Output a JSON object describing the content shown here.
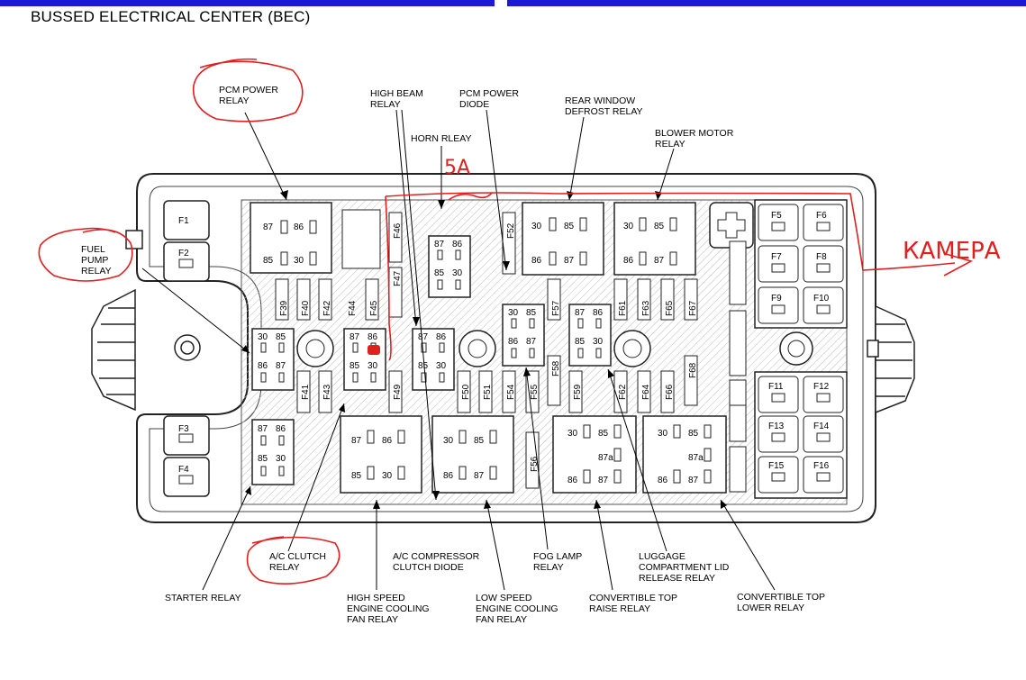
{
  "page_title": "BUSSED ELECTRICAL CENTER (BEC)",
  "labels": {
    "pcm_power_relay": [
      "PCM POWER",
      "RELAY"
    ],
    "high_beam_relay": [
      "HIGH BEAM",
      "RELAY"
    ],
    "pcm_power_diode": [
      "PCM POWER",
      "DIODE"
    ],
    "rear_window_defrost_relay": [
      "REAR WINDOW",
      "DEFROST RELAY"
    ],
    "horn_relay": [
      "HORN RLEAY"
    ],
    "blower_motor_relay": [
      "BLOWER MOTOR",
      "RELAY"
    ],
    "fuel_pump_relay": [
      "FUEL",
      "PUMP",
      "RELAY"
    ],
    "starter_relay": [
      "STARTER RELAY"
    ],
    "ac_clutch_relay": [
      "A/C CLUTCH",
      "RELAY"
    ],
    "hs_fan_relay": [
      "HIGH SPEED",
      "ENGINE COOLING",
      "FAN RELAY"
    ],
    "ac_compressor_diode": [
      "A/C COMPRESSOR",
      "CLUTCH DIODE"
    ],
    "ls_fan_relay": [
      "LOW SPEED",
      "ENGINE COOLING",
      "FAN RELAY"
    ],
    "fog_lamp_relay": [
      "FOG LAMP",
      "RELAY"
    ],
    "conv_top_raise_relay": [
      "CONVERTIBLE TOP",
      "RAISE RELAY"
    ],
    "luggage_release_relay": [
      "LUGGAGE",
      "COMPARTMENT LID",
      "RELEASE RELAY"
    ],
    "conv_top_lower_relay": [
      "CONVERTIBLE TOP",
      "LOWER RELAY"
    ]
  },
  "fuses": {
    "left": [
      "F1",
      "F2",
      "F3",
      "F4"
    ],
    "right": [
      "F5",
      "F6",
      "F7",
      "F8",
      "F9",
      "F10",
      "F11",
      "F12",
      "F13",
      "F14",
      "F15",
      "F16"
    ],
    "mini": [
      "F39",
      "F40",
      "F42",
      "F44",
      "F45",
      "F46",
      "F47",
      "F52",
      "F57",
      "F61",
      "F63",
      "F65",
      "F67",
      "F41",
      "F43",
      "F49",
      "F50",
      "F51",
      "F54",
      "F55",
      "F58",
      "F59",
      "F62",
      "F64",
      "F66",
      "F68",
      "F56"
    ]
  },
  "pins": {
    "p30": "30",
    "p85": "85",
    "p86": "86",
    "p87": "87",
    "p87a": "87a"
  },
  "annotations": {
    "amperage": "5A",
    "camera": "КАМЕРА"
  }
}
